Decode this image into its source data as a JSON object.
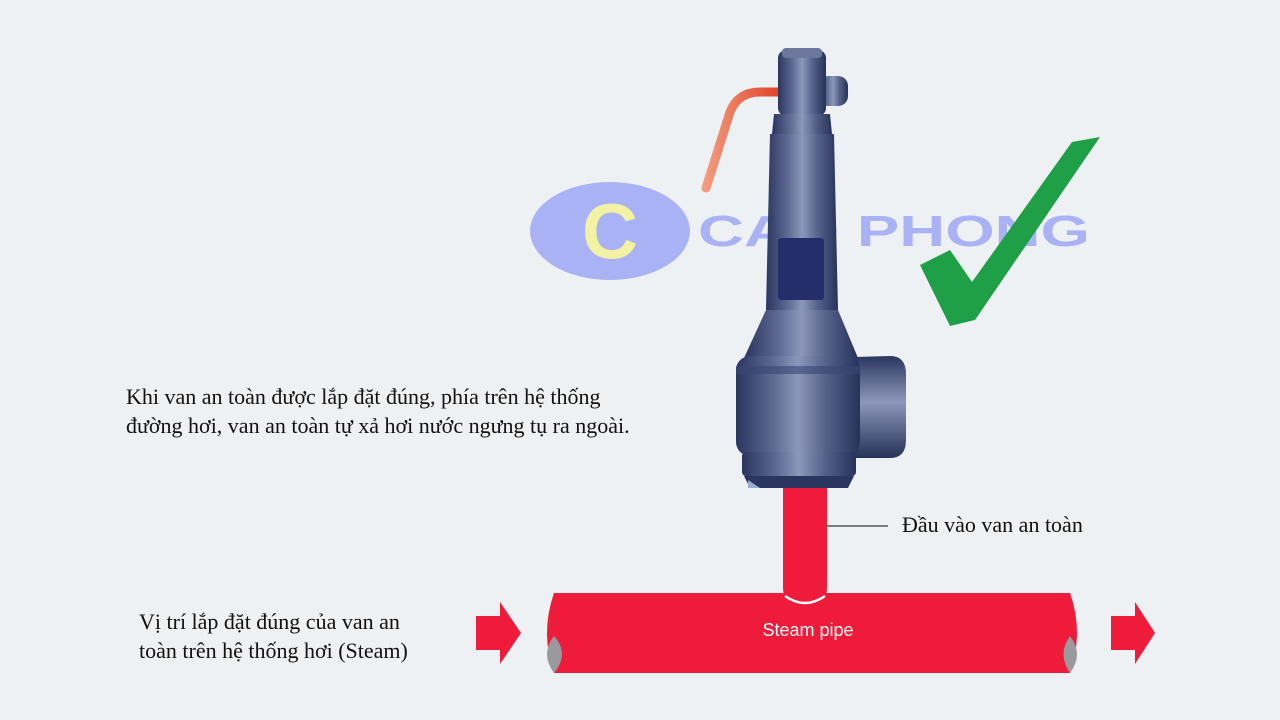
{
  "description": {
    "line1": "Khi van an toàn được lắp đặt đúng, phía trên hệ thống",
    "line2": "đường hơi, van an toàn tự xả hơi nước ngưng tụ ra ngoài."
  },
  "inlet_label": "Đầu vào van an toàn",
  "position_label": {
    "line1": "Vị trí lắp đặt đúng của van an",
    "line2": "toàn trên hệ thống hơi (Steam)"
  },
  "pipe_label": "Steam pipe",
  "watermark": {
    "text": "CAO PHONG",
    "letter": "C"
  },
  "colors": {
    "background": "#edf1f3",
    "pipe": "#ee1b3a",
    "valve": "#3e4a70",
    "valve_dark": "#232e52",
    "lever": "#e8603e",
    "check": "#1fa046",
    "watermark": "#a9b2f4",
    "watermark_letter": "#f3f1a2"
  },
  "icons": [
    "safety-valve-icon",
    "check-mark-icon",
    "flow-arrow-icon"
  ]
}
